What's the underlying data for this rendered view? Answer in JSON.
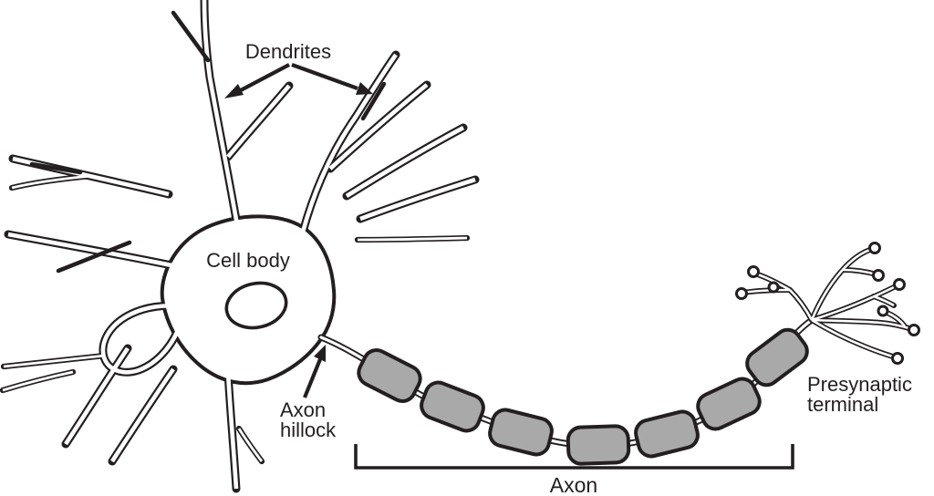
{
  "labels": {
    "dendrites": "Dendrites",
    "cell_body": "Cell body",
    "axon_hillock": [
      "Axon",
      "hillock"
    ],
    "axon": "Axon",
    "presynaptic_terminal": [
      "Presynaptic",
      "terminal"
    ]
  },
  "colors": {
    "line": "#231f20",
    "myelin_fill": "#a9a9a9",
    "background": "#ffffff"
  },
  "structure": {
    "myelin_segment_count": 7
  }
}
